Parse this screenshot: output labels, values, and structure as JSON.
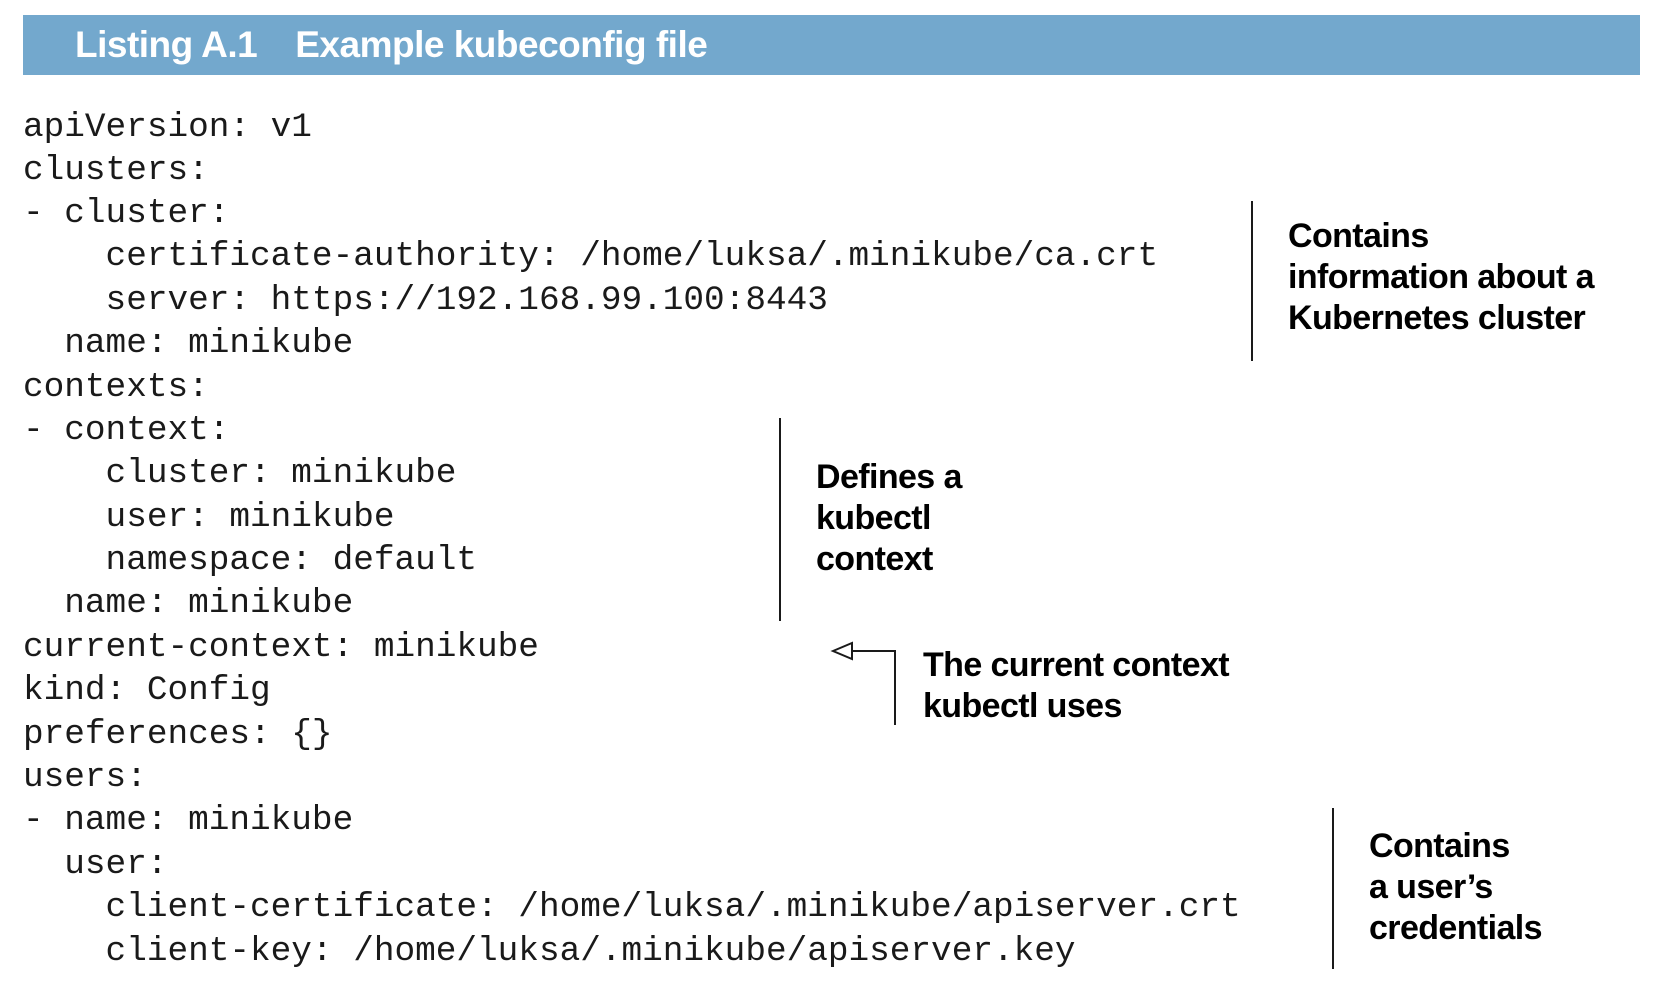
{
  "header": {
    "background": "#73a8cd",
    "label": "Listing A.1",
    "title": "Example kubeconfig file"
  },
  "code_lines": [
    "apiVersion: v1",
    "clusters:",
    "- cluster:",
    "    certificate-authority: /home/luksa/.minikube/ca.crt",
    "    server: https://192.168.99.100:8443",
    "  name: minikube",
    "contexts:",
    "- context:",
    "    cluster: minikube",
    "    user: minikube",
    "    namespace: default",
    "  name: minikube",
    "current-context: minikube",
    "kind: Config",
    "preferences: {}",
    "users:",
    "- name: minikube",
    "  user:",
    "    client-certificate: /home/luksa/.minikube/apiserver.crt",
    "    client-key: /home/luksa/.minikube/apiserver.key"
  ],
  "annotations": {
    "cluster": [
      "Contains",
      "information about a",
      "Kubernetes cluster"
    ],
    "context": [
      "Defines a",
      "kubectl",
      "context"
    ],
    "current_context": [
      "The current context",
      "kubectl uses"
    ],
    "user": [
      "Contains",
      "a user’s",
      "credentials"
    ]
  }
}
